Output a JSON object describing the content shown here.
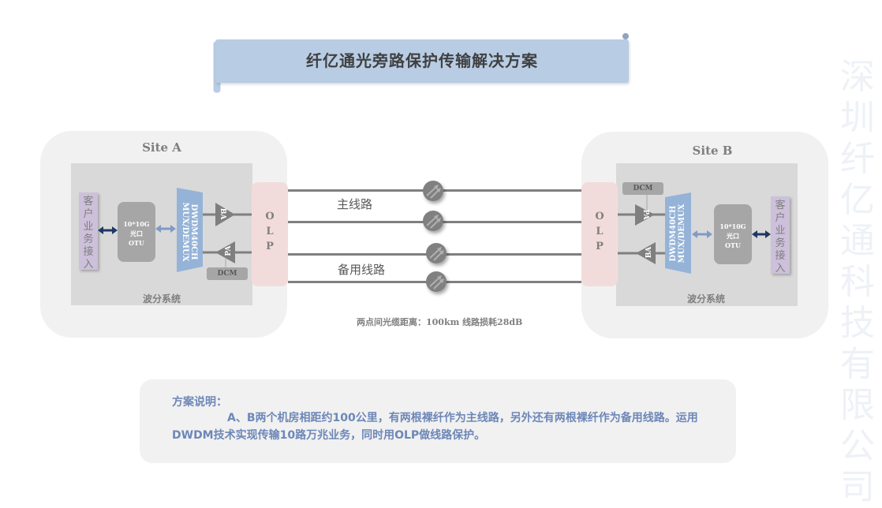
{
  "title": "纤亿通光旁路保护传输解决方案",
  "watermark": "深圳纤亿通科技有限公司",
  "site_a": {
    "label": "Site A",
    "wdm_label": "波分系统",
    "client_label": "客户业务接入",
    "otu": {
      "line1": "10*10G",
      "line2": "光口",
      "line3": "OTU"
    },
    "mux": {
      "line1": "DWDM40CH",
      "line2": "MUX/DEMUX"
    },
    "amp_tx": "BA",
    "amp_rx": "PA",
    "dcm": "DCM",
    "olp": [
      "O",
      "L",
      "P"
    ]
  },
  "site_b": {
    "label": "Site B",
    "wdm_label": "波分系统",
    "client_label": "客户业务接入",
    "otu": {
      "line1": "10*10G",
      "line2": "光口",
      "line3": "OTU"
    },
    "mux": {
      "line1": "DWDM40CH",
      "line2": "MUX/DEMUX"
    },
    "amp_tx": "BA",
    "amp_rx": "PA",
    "dcm": "DCM",
    "olp": [
      "O",
      "L",
      "P"
    ]
  },
  "links": {
    "primary_label": "主线路",
    "backup_label": "备用线路",
    "distance": "两点间光缆距离：100km  线路损耗28dB"
  },
  "note": {
    "title": "方案说明：",
    "body": "A、B两个机房相距约100公里，有两根裸纤作为主线路，另外还有两根裸纤作为备用线路。运用DWDM技术实现传输10路万兆业务，同时用OLP做线路保护。"
  },
  "colors": {
    "banner": "#b8cce4",
    "olp": "#f2dcdb",
    "mux": "#95b3d7",
    "client": "#ccc0da",
    "note_text": "#6d87b8",
    "arrow_dark": "#1f3864",
    "arrow_light": "#7f9bc6"
  }
}
